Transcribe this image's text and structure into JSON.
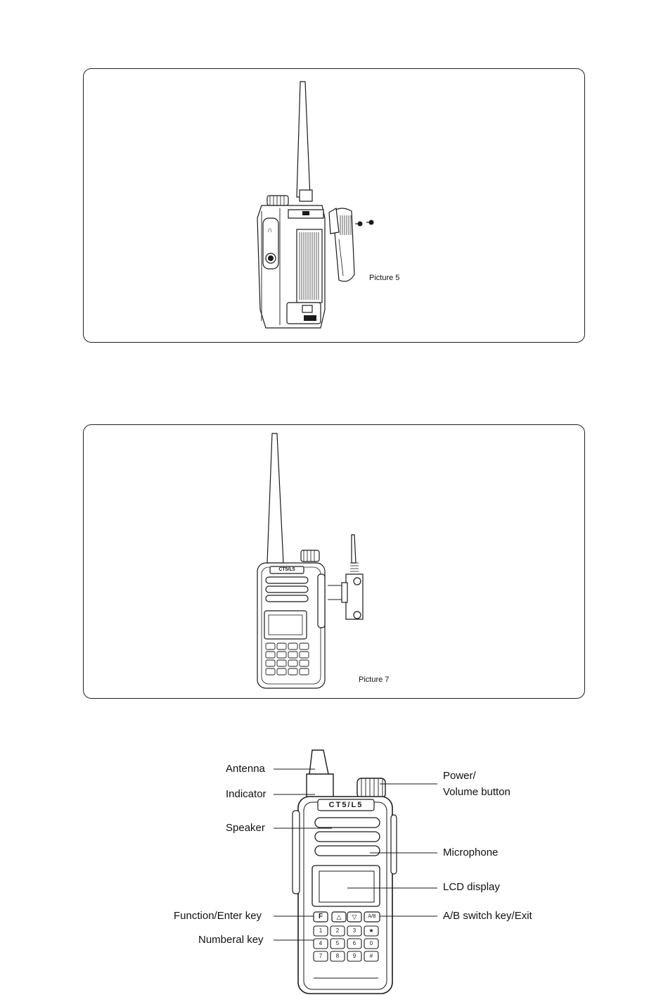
{
  "figures": {
    "picture5": {
      "caption": "Picture 5"
    },
    "picture7": {
      "caption": "Picture 7"
    }
  },
  "radio_logo_text": "CT5/L5",
  "callouts": {
    "antenna": "Antenna",
    "indicator": "Indicator",
    "speaker": "Speaker",
    "function_enter_key": "Function/Enter key",
    "numberal_key": "Numberal key",
    "power_volume_line1": "Power/",
    "power_volume_line2": "Volume button",
    "microphone": "Microphone",
    "lcd_display": "LCD display",
    "ab_switch_key": "A/B switch key/Exit"
  },
  "keypad": {
    "top_row": [
      "F",
      "△",
      "▽",
      "A/B"
    ],
    "rows": [
      [
        "1",
        "2",
        "3",
        "★"
      ],
      [
        "4",
        "5",
        "6",
        "0"
      ],
      [
        "7",
        "8",
        "9",
        "#"
      ]
    ]
  }
}
